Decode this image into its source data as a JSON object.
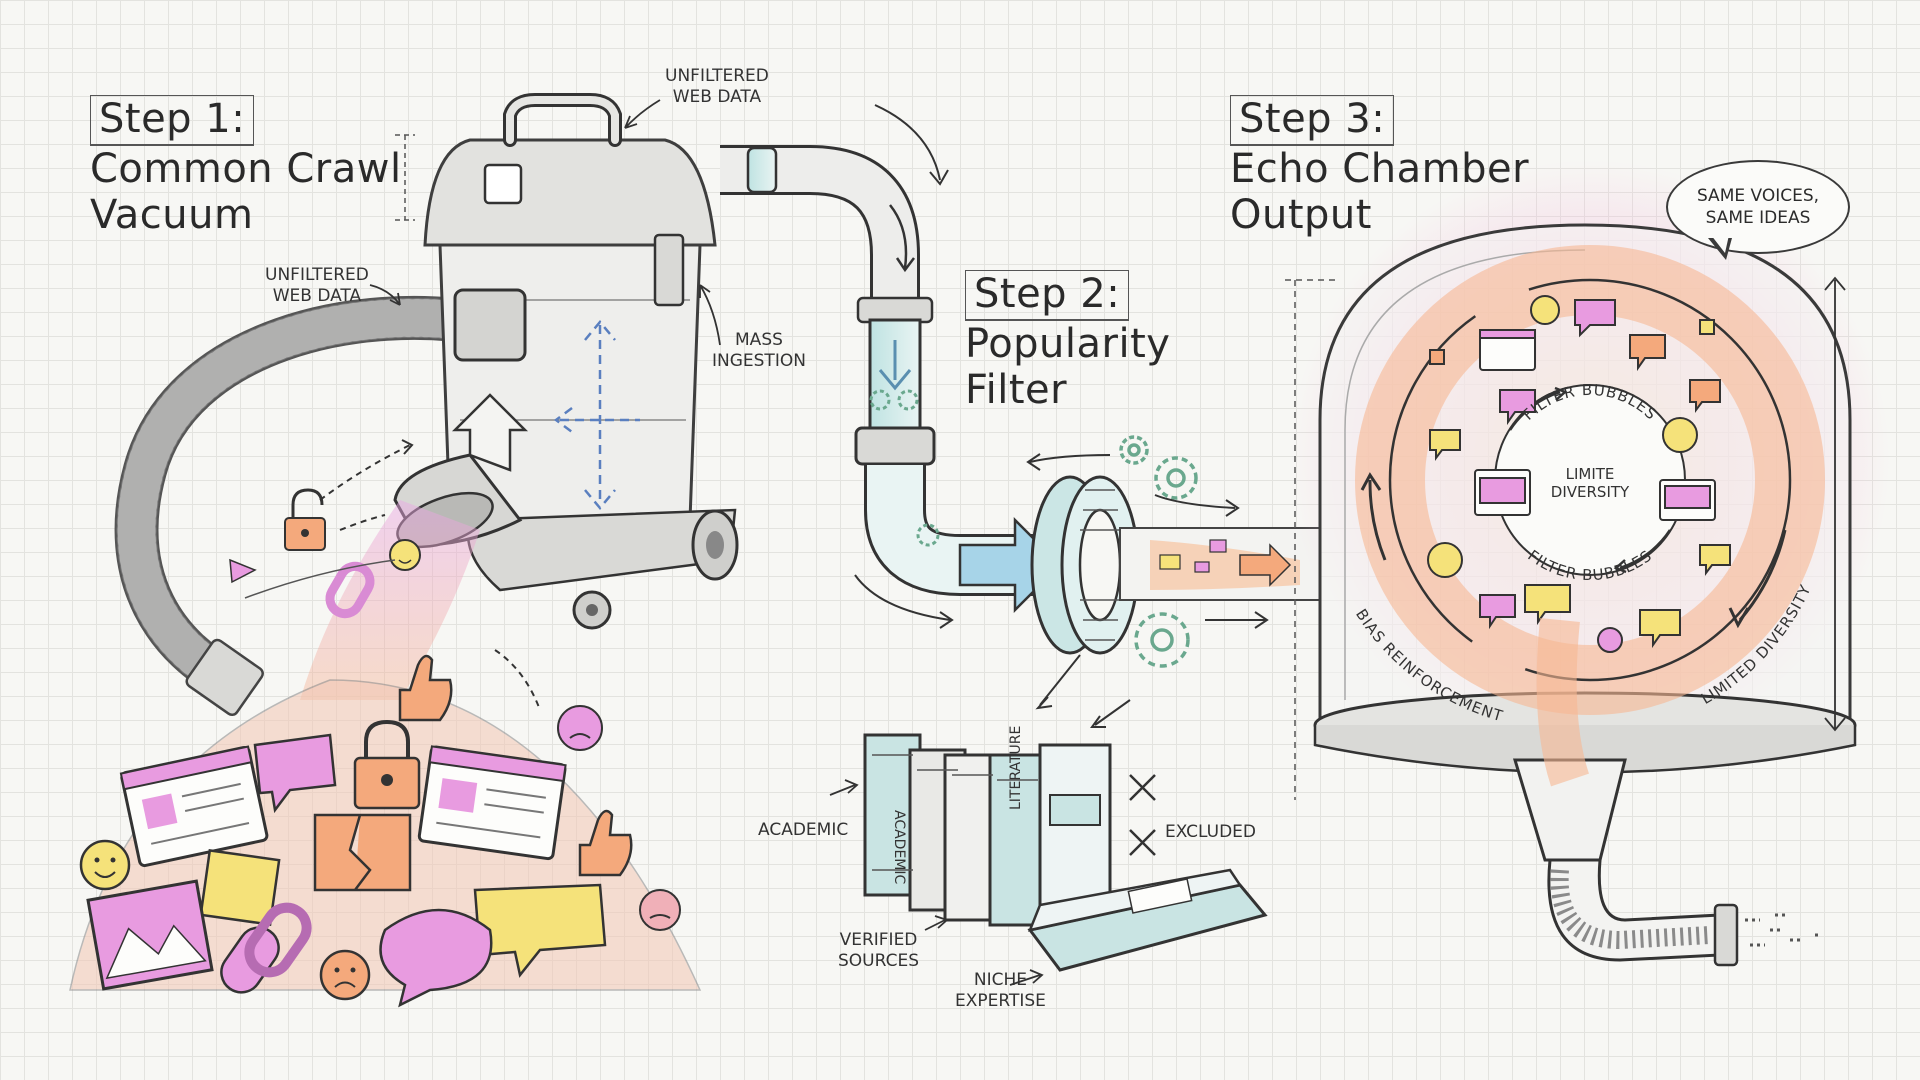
{
  "steps": {
    "step1": {
      "label": "Step 1:",
      "line1": "Common Crawl",
      "line2": "Vacuum"
    },
    "step2": {
      "label": "Step 2:",
      "line1": "Popularity",
      "line2": "Filter"
    },
    "step3": {
      "label": "Step 3:",
      "line1": "Echo Chamber",
      "line2": "Output"
    }
  },
  "annotations": {
    "unfiltered_top_1": "UNFILTERED",
    "unfiltered_top_2": "WEB DATA",
    "unfiltered_left_1": "UNFILTERED",
    "unfiltered_left_2": "WEB DATA",
    "mass_1": "MASS",
    "mass_2": "INGESTION",
    "academic": "ACADEMIC",
    "verified_1": "VERIFIED",
    "verified_2": "SOURCES",
    "niche_1": "NICHE",
    "niche_2": "EXPERTISE",
    "excluded": "EXCLUDED"
  },
  "books": {
    "spine1": "ACADEMIC",
    "spine2": "LITERATURE"
  },
  "chamber": {
    "speech_line1": "SAME VOICES,",
    "speech_line2": "SAME IDEAS",
    "center_line1": "LIMITE",
    "center_line2": "DIVERSITY",
    "ring_top": "FILTER BUBBLES",
    "ring_bottom": "FILTER BUBBLES",
    "outer_left": "BIAS REINFORCEMENT",
    "outer_right": "LIMITED DIVERSITY"
  },
  "colors": {
    "pink": "#e89be0",
    "yellow": "#f5e27a",
    "orange": "#f4a97c",
    "teal": "#9fd4d1",
    "blue": "#5a7fbf",
    "green": "#6aa88e"
  }
}
